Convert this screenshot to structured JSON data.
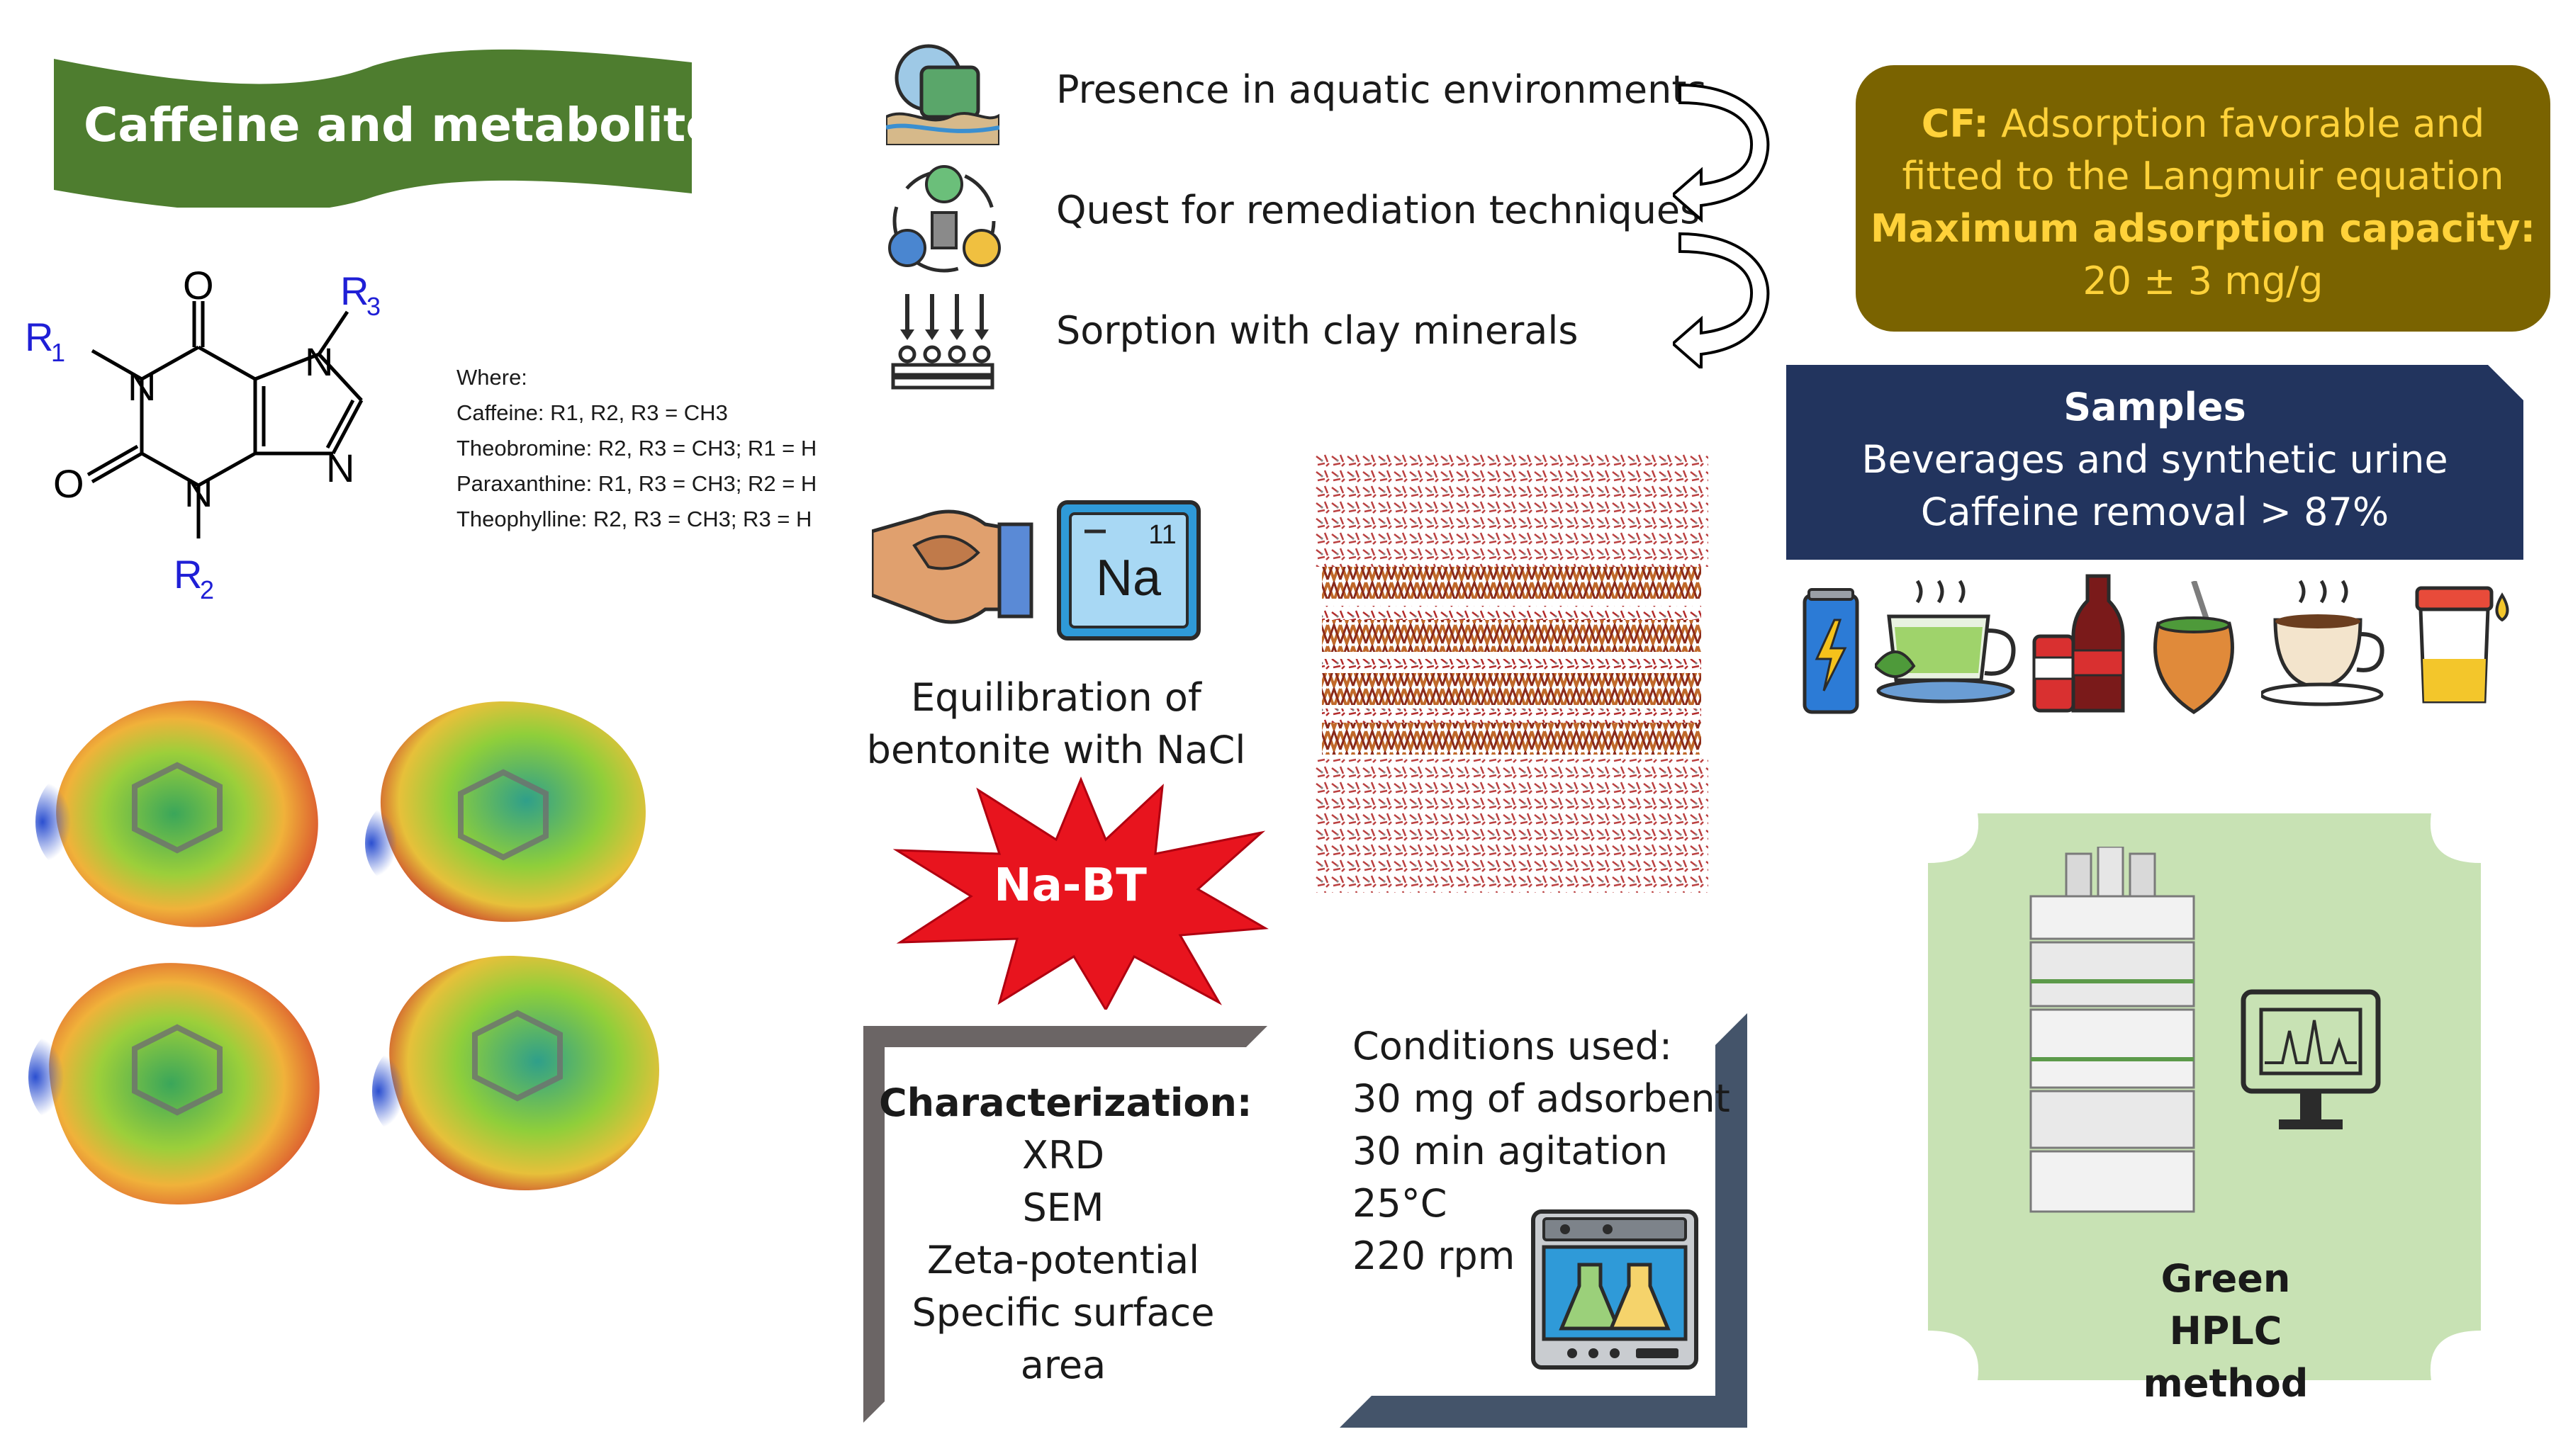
{
  "title_banner": {
    "label": "Caffeine and metabolites"
  },
  "structure": {
    "atoms": {
      "O_top": "O",
      "O_left": "O",
      "N1": "N",
      "N3": "N",
      "N7": "N",
      "N9": "N"
    },
    "substituents": {
      "R1": "R",
      "R1_sub": "1",
      "R2": "R",
      "R2_sub": "2",
      "R3": "R",
      "R3_sub": "3"
    },
    "where": {
      "heading": "Where:",
      "lines": [
        "Caffeine: R1, R2, R3 = CH3",
        "Theobromine: R2, R3 = CH3; R1 = H",
        "Paraxanthine: R1, R3 = CH3; R2 = H",
        "Theophylline: R2, R3 = CH3; R3 = H"
      ]
    }
  },
  "flow": {
    "items": [
      "Presence in aquatic environments",
      "Quest for remediation techniques",
      "Sorption with clay minerals"
    ]
  },
  "cf_box": {
    "line1_bold": "CF:",
    "line1_rest": " Adsorption favorable and",
    "line2": "fitted to the Langmuir equation",
    "line3_bold": "Maximum adsorption capacity:",
    "line4": "20 ± 3 mg/g"
  },
  "samples_box": {
    "title": "Samples",
    "line1": "Beverages and synthetic urine",
    "line2": "Caffeine removal > 87%"
  },
  "element_tile": {
    "symbol": "Na",
    "number": "11"
  },
  "equilibration": {
    "line1": "Equilibration of",
    "line2": "bentonite with NaCl"
  },
  "starburst": {
    "label": "Na-BT"
  },
  "characterization": {
    "title": "Characterization:",
    "items": [
      "XRD",
      "SEM",
      "Zeta-potential",
      "Specific surface",
      "area"
    ]
  },
  "conditions": {
    "title": "Conditions used:",
    "items": [
      "30 mg of adsorbent",
      "30 min agitation",
      "25°C",
      "220 rpm"
    ]
  },
  "hplc": {
    "line1": "Green HPLC",
    "line2": "method"
  },
  "colors": {
    "banner_green": "#4e7d2f",
    "cf_brown": "#7a6300",
    "cf_text": "#ffd23a",
    "samples_navy": "#22345e",
    "char_frame": "#6b6565",
    "cond_frame": "#44546a",
    "hplc_bg": "#c8e2b4",
    "starburst_red": "#e8141e",
    "structure_blue": "#1f1fd6"
  }
}
